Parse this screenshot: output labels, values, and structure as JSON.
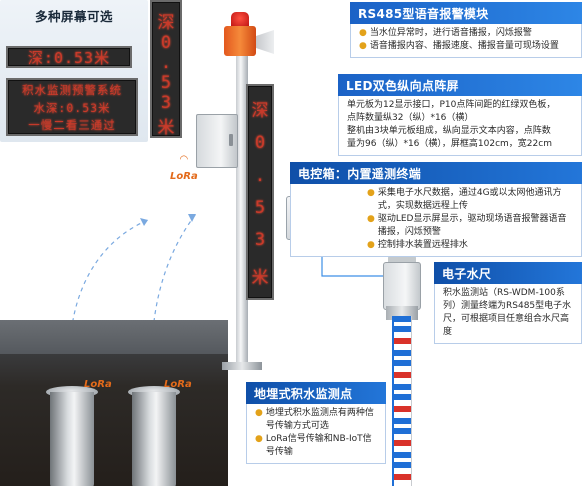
{
  "screens_panel": {
    "title": "多种屏幕可选",
    "led_single": "深:0.53米",
    "led_multi": [
      "积水监测预警系统",
      "水深:0.53米",
      "一慢二看三通过"
    ]
  },
  "vertical_led_left": [
    "深",
    "0",
    ".",
    "5",
    "3",
    "米"
  ],
  "vertical_led_pole": [
    "深",
    "0",
    ".",
    "5",
    "3",
    "米"
  ],
  "lora_label": "LoRa",
  "callouts": {
    "voice": {
      "title": "RS485型语音报警模块",
      "bullets": [
        "当水位异常时，进行语音播报，闪烁报警",
        "语音播报内容、播报速度、播报音量可现场设置"
      ]
    },
    "led": {
      "title": "LED双色纵向点阵屏",
      "lines": [
        "单元板为12显示接口，P10点阵间距的红绿双色板，",
        "点阵数量纵32（纵）*16（横）",
        "整机由3块单元板组成，纵向显示文本内容，点阵数",
        "量为96（纵）*16（横），屏框高102cm，宽22cm"
      ]
    },
    "ctrl": {
      "title": "电控箱：内置遥测终端",
      "bullets": [
        "采集电子水尺数据，通过4G或以太网他通讯方式，实现数据远程上传",
        "驱动LED显示屏显示，驱动现场语音报警器语音播报，闪烁预警",
        "控制排水装置远程排水"
      ]
    },
    "ruler": {
      "title": "电子水尺",
      "text": "积水监测站（RS-WDM-100系列）测量终端为RS485型电子水尺，可根据项目任意组合水尺高度"
    },
    "ground": {
      "title": "地埋式积水监测点",
      "bullets": [
        "地埋式积水监测点有两种信号传输方式可选",
        "LoRa信号传输和NB-IoT信号传输"
      ]
    }
  },
  "colors": {
    "accent_blue": "#1b62c6",
    "bullet_gold": "#e3a21a",
    "led_red": "#c93a2a",
    "lora_orange": "#e36a1a"
  }
}
